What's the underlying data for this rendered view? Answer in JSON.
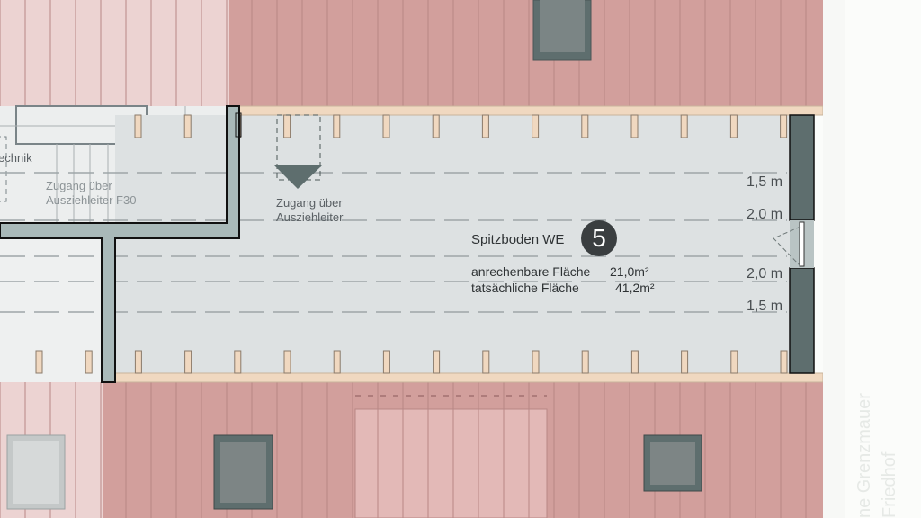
{
  "room": {
    "title": "Spitzboden WE",
    "unit_number": "5",
    "area_rows": [
      {
        "label": "anrechenbare Fläche",
        "value": "21,0m²"
      },
      {
        "label": "tatsächliche Fläche",
        "value": "41,2m²"
      }
    ]
  },
  "labels": {
    "technik": "echnik",
    "access_left_1": "Zugang über",
    "access_left_2": "Ausziehleiter F30",
    "access_center_1": "Zugang über",
    "access_center_2": "Ausziehleiter"
  },
  "height_marks": [
    "1,5 m",
    "2,0 m",
    "2,0 m",
    "1,5 m"
  ],
  "margin_text": {
    "line1": "ne Grenzmauer",
    "line2": "Friedhof"
  },
  "colors": {
    "roof": "#d29f9c",
    "roof_light": "#ecd3d2",
    "floor": "#dde1e2",
    "wall": "#a9b9b9",
    "beam": "#f0d8c0",
    "dark_wall": "#5e6e6e"
  }
}
